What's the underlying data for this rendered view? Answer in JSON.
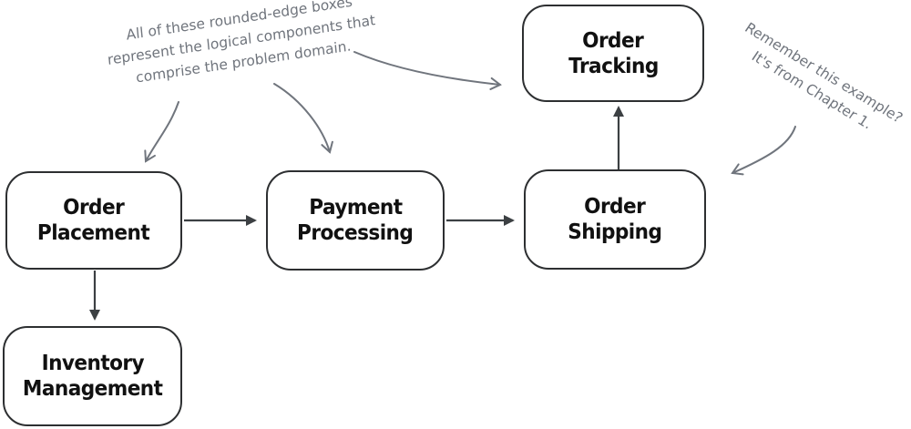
{
  "diagram": {
    "title": "Problem domain logical components flow",
    "colors": {
      "background": "#ffffff",
      "box_border": "#2d2f31",
      "box_fill": "#ffffff",
      "box_text": "#111111",
      "flow_arrow": "#3c4043",
      "annotation": "#70757d"
    },
    "boxes": {
      "order_placement": {
        "line1": "Order",
        "line2": "Placement"
      },
      "payment_processing": {
        "line1": "Payment",
        "line2": "Processing"
      },
      "order_shipping": {
        "line1": "Order",
        "line2": "Shipping"
      },
      "order_tracking": {
        "line1": "Order",
        "line2": "Tracking"
      },
      "inventory_management": {
        "line1": "Inventory",
        "line2": "Management"
      }
    },
    "flows": [
      "Order Placement -> Payment Processing",
      "Payment Processing -> Order Shipping",
      "Order Shipping -> Order Tracking",
      "Order Placement -> Inventory Management"
    ],
    "annotations": {
      "components_note": {
        "line1": "All of these rounded-edge boxes",
        "line2": "represent the logical components that",
        "line3": "comprise the problem domain."
      },
      "chapter_note": {
        "line1": "Remember this example?",
        "line2": "It's from Chapter 1."
      }
    }
  }
}
